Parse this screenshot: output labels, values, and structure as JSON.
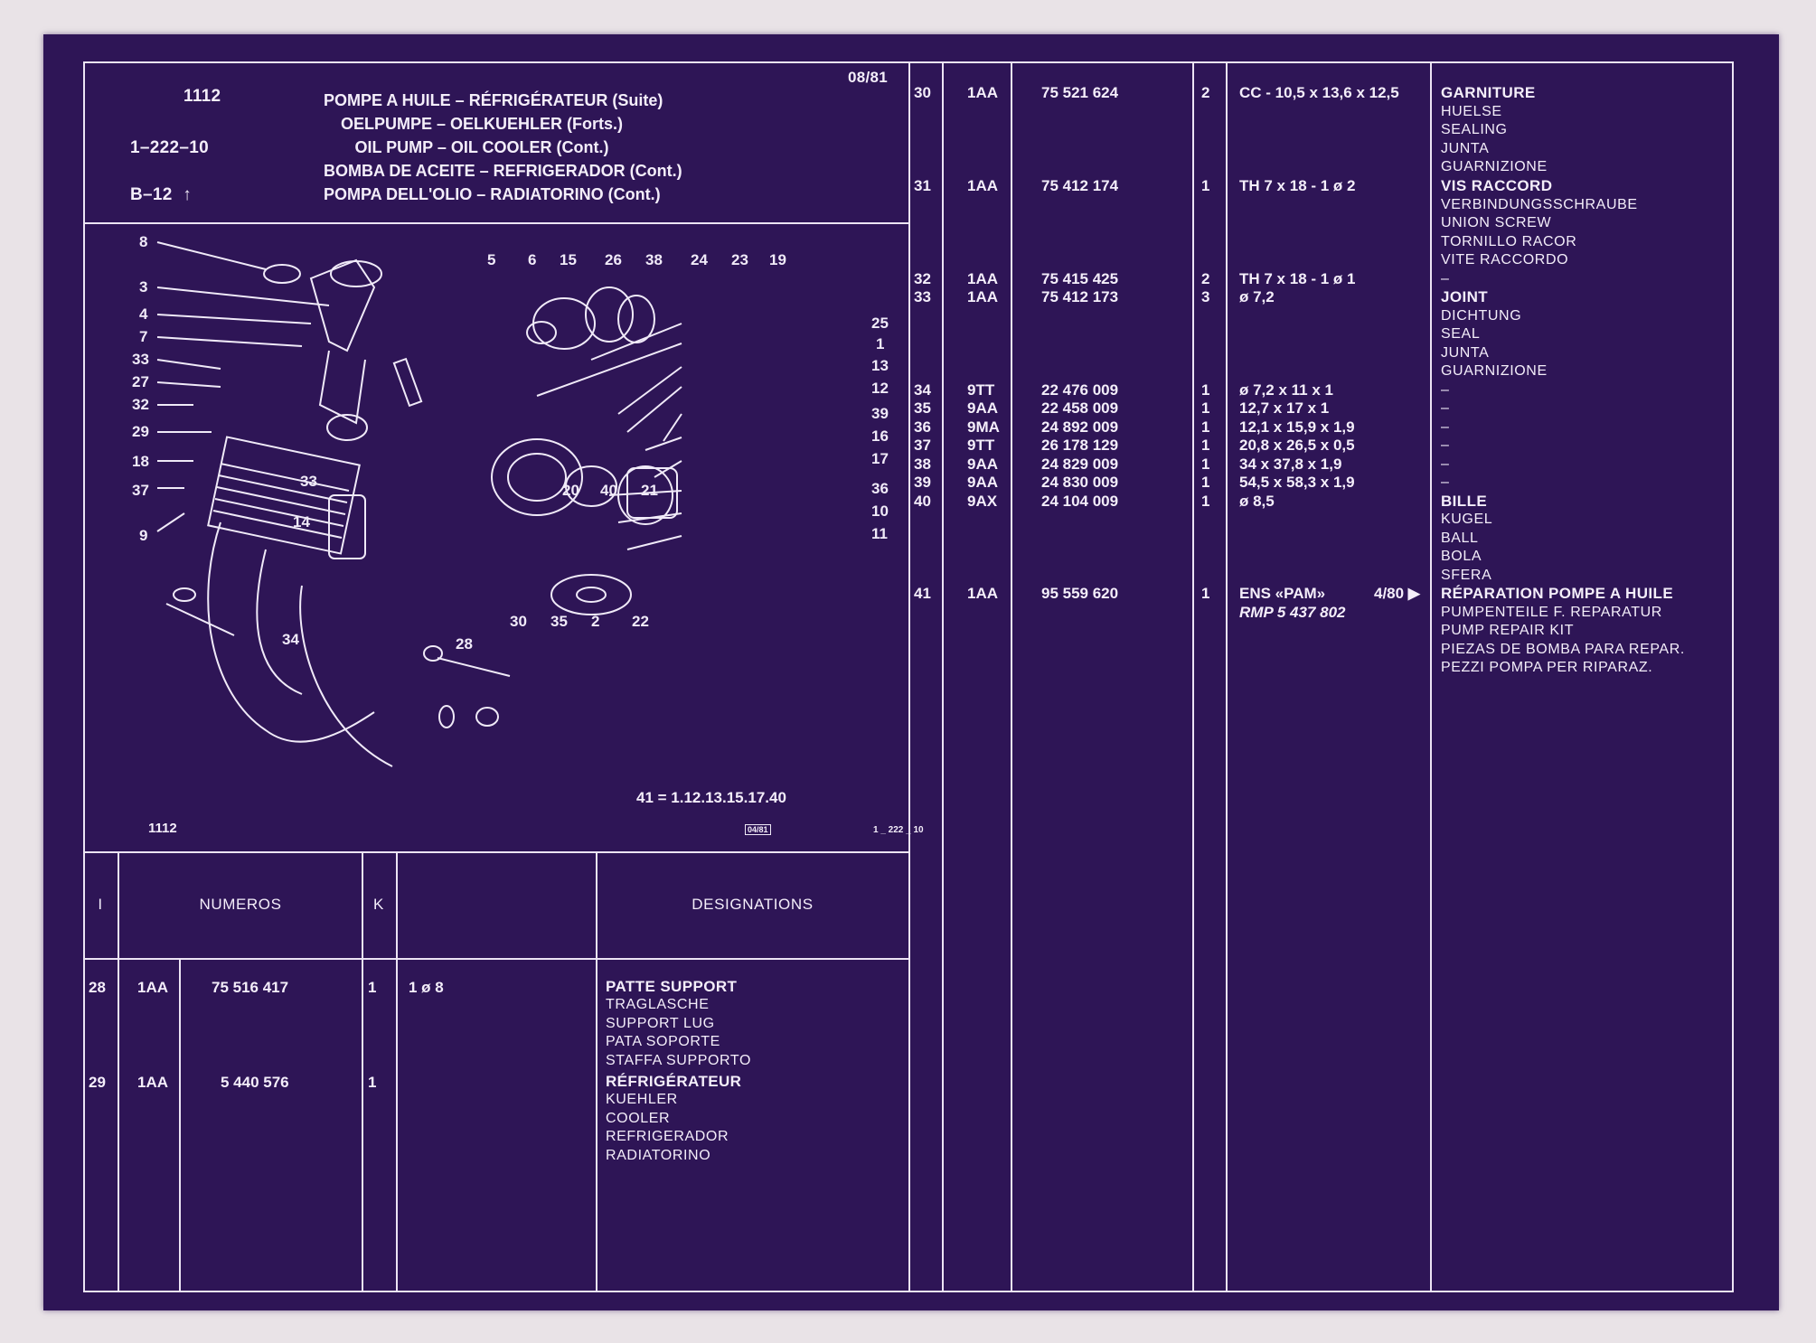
{
  "header": {
    "group": "1112",
    "ref": "1–222–10",
    "code": "B–12",
    "date": "08/81",
    "titles": [
      "POMPE A HUILE – RÉFRIGÉRATEUR (Suite)",
      "OELPUMPE – OELKUEHLER (Forts.)",
      "OIL PUMP – OIL COOLER (Cont.)",
      "BOMBA DE ACEITE – REFRIGERADOR (Cont.)",
      "POMPA DELL'OLIO – RADIATORINO (Cont.)"
    ]
  },
  "diagram": {
    "footer_left": "1112",
    "kit_note": "41 = 1.12.13.15.17.40",
    "stamp": "04/81",
    "footer_right": "1 _ 222 _ 10",
    "callouts": [
      "8",
      "3",
      "4",
      "7",
      "33",
      "27",
      "32",
      "29",
      "18",
      "37",
      "9",
      "33",
      "14",
      "5",
      "6",
      "15",
      "26",
      "38",
      "24",
      "23",
      "19",
      "25",
      "1",
      "13",
      "12",
      "39",
      "16",
      "17",
      "36",
      "10",
      "11",
      "20",
      "40",
      "21",
      "30",
      "35",
      "2",
      "22",
      "34",
      "28"
    ]
  },
  "table_header": {
    "col_i": "I",
    "col_numeros": "NUMEROS",
    "col_k": "K",
    "col_designations": "DESIGNATIONS"
  },
  "left_rows": [
    {
      "i": "28",
      "prefix": "1AA",
      "num": "75 516 417",
      "k": "1",
      "spec": "1 ø 8",
      "desc": [
        "PATTE SUPPORT",
        "TRAGLASCHE",
        "SUPPORT LUG",
        "PATA SOPORTE",
        "STAFFA SUPPORTO"
      ]
    },
    {
      "i": "29",
      "prefix": "1AA",
      "num": "5 440 576",
      "k": "1",
      "spec": "",
      "desc": [
        "RÉFRIGÉRATEUR",
        "KUEHLER",
        "COOLER",
        "REFRIGERADOR",
        "RADIATORINO"
      ]
    }
  ],
  "right_rows": [
    {
      "i": "30",
      "prefix": "1AA",
      "num": "75 521 624",
      "k": "2",
      "spec": "CC - 10,5 x 13,6 x 12,5"
    },
    {
      "i": "31",
      "prefix": "1AA",
      "num": "75 412 174",
      "k": "1",
      "spec": "TH 7 x 18 - 1 ø 2"
    },
    {
      "i": "32",
      "prefix": "1AA",
      "num": "75 415 425",
      "k": "2",
      "spec": "TH 7 x 18 - 1 ø 1"
    },
    {
      "i": "33",
      "prefix": "1AA",
      "num": "75 412 173",
      "k": "3",
      "spec": "ø 7,2"
    },
    {
      "i": "34",
      "prefix": "9TT",
      "num": "22 476 009",
      "k": "1",
      "spec": "ø 7,2 x 11 x 1"
    },
    {
      "i": "35",
      "prefix": "9AA",
      "num": "22 458 009",
      "k": "1",
      "spec": "12,7 x 17 x 1"
    },
    {
      "i": "36",
      "prefix": "9MA",
      "num": "24 892 009",
      "k": "1",
      "spec": "12,1 x 15,9 x 1,9"
    },
    {
      "i": "37",
      "prefix": "9TT",
      "num": "26 178 129",
      "k": "1",
      "spec": "20,8 x 26,5 x 0,5"
    },
    {
      "i": "38",
      "prefix": "9AA",
      "num": "24 829 009",
      "k": "1",
      "spec": "34 x 37,8 x 1,9"
    },
    {
      "i": "39",
      "prefix": "9AA",
      "num": "24 830 009",
      "k": "1",
      "spec": "54,5 x 58,3 x 1,9"
    },
    {
      "i": "40",
      "prefix": "9AX",
      "num": "24 104 009",
      "k": "1",
      "spec": "ø 8,5"
    },
    {
      "i": "41",
      "prefix": "1AA",
      "num": "95 559 620",
      "k": "1",
      "spec": "ENS «PAM»",
      "spec2": "RMP 5 437 802",
      "date": "4/80 ▶"
    }
  ],
  "right_desc": {
    "garniture": [
      "GARNITURE",
      "HUELSE",
      "SEALING",
      "JUNTA",
      "GUARNIZIONE"
    ],
    "vis": [
      "VIS RACCORD",
      "VERBINDUNGSSCHRAUBE",
      "UNION SCREW",
      "TORNILLO RACOR",
      "VITE RACCORDO"
    ],
    "dash": "–",
    "joint": [
      "JOINT",
      "DICHTUNG",
      "SEAL",
      "JUNTA",
      "GUARNIZIONE"
    ],
    "dashes": [
      "–",
      "–",
      "–",
      "–",
      "–",
      "–"
    ],
    "bille": [
      "BILLE",
      "KUGEL",
      "BALL",
      "BOLA",
      "SFERA"
    ],
    "kit": [
      "RÉPARATION POMPE A HUILE",
      "PUMPENTEILE F. REPARATUR",
      "PUMP REPAIR KIT",
      "PIEZAS DE BOMBA PARA REPAR.",
      "PEZZI POMPA PER RIPARAZ."
    ]
  }
}
